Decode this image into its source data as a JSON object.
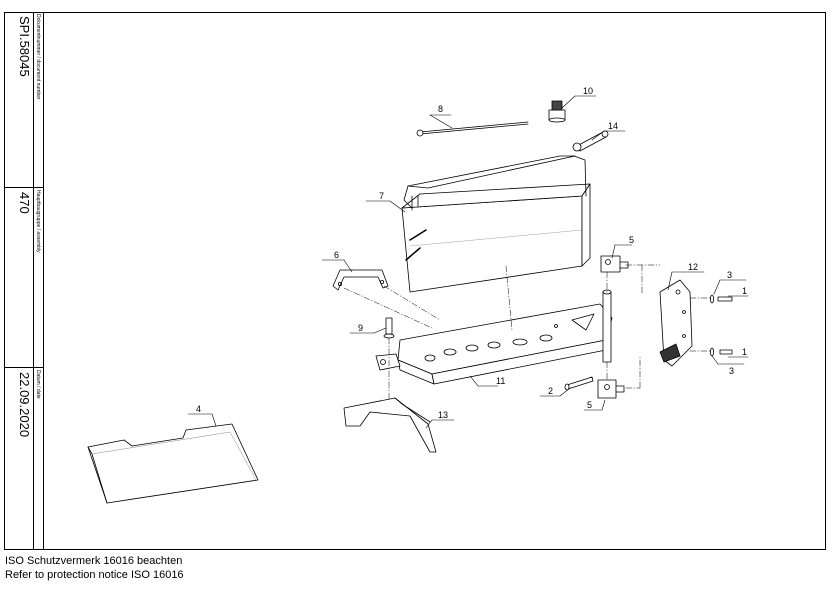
{
  "title_block": {
    "document_number_label": "Dokumentnummer / document number",
    "document_number": "SPI.58045",
    "assembly_label": "Hauptbaugruppe / assembly",
    "assembly": "470",
    "date_label": "Datum / date",
    "date": "22.09.2020"
  },
  "callouts": [
    "8",
    "10",
    "14",
    "7",
    "5",
    "6",
    "12",
    "3",
    "1",
    "9",
    "11",
    "2",
    "5",
    "1",
    "3",
    "4",
    "13"
  ],
  "footer": {
    "line1": "ISO Schutzvermerk 16016 beachten",
    "line2": "Refer to protection notice ISO 16016"
  }
}
